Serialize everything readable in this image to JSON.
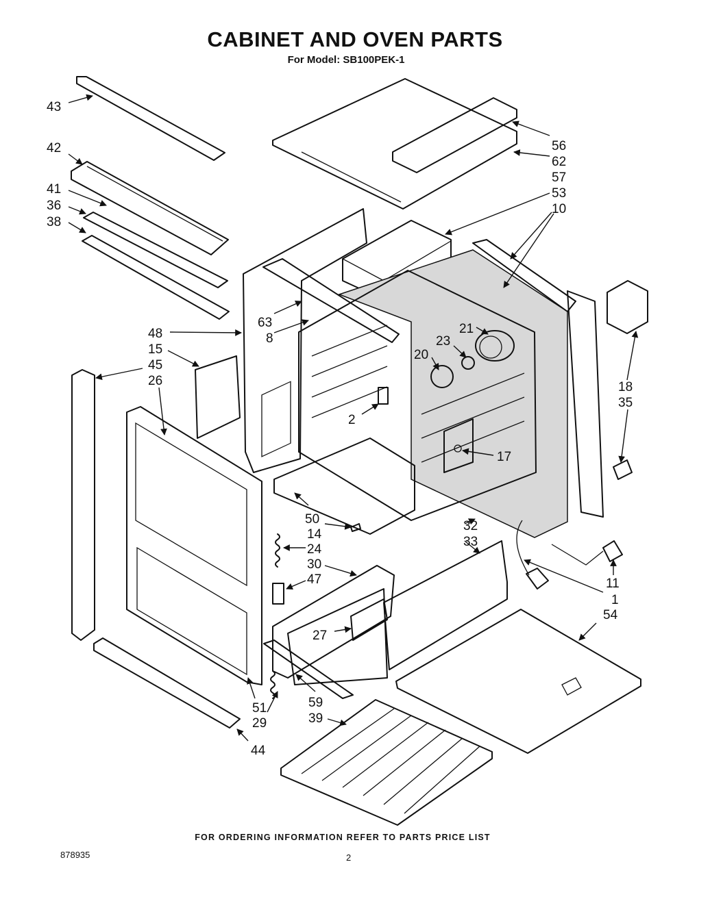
{
  "header": {
    "title": "CABINET AND OVEN PARTS",
    "model_line": "For Model: SB100PEK-1"
  },
  "callouts": [
    "43",
    "42",
    "41",
    "36",
    "38",
    "56",
    "62",
    "57",
    "53",
    "10",
    "63",
    "8",
    "48",
    "15",
    "45",
    "26",
    "21",
    "23",
    "20",
    "18",
    "35",
    "2",
    "17",
    "50",
    "14",
    "24",
    "32",
    "33",
    "30",
    "47",
    "11",
    "1",
    "54",
    "27",
    "59",
    "39",
    "51",
    "29",
    "44"
  ],
  "footer": {
    "ordering_note": "FOR ORDERING INFORMATION REFER TO PARTS PRICE LIST",
    "doc_number": "878935",
    "page_number": "2"
  }
}
